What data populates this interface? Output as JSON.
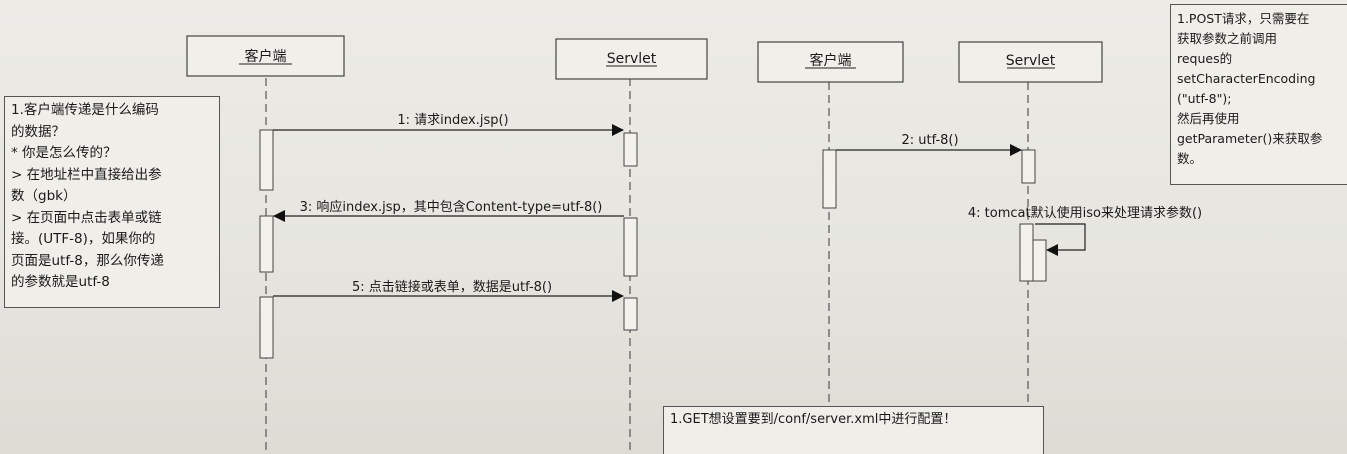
{
  "participants": [
    {
      "id": "client1",
      "label": "客户端"
    },
    {
      "id": "servlet1",
      "label": "Servlet"
    },
    {
      "id": "client2",
      "label": "客户端"
    },
    {
      "id": "servlet2",
      "label": "Servlet"
    }
  ],
  "messages": [
    {
      "id": "m1",
      "label": "1: 请求index.jsp()"
    },
    {
      "id": "m2",
      "label": "2: utf-8()"
    },
    {
      "id": "m3",
      "label": "3: 响应index.jsp，其中包含Content-type=utf-8()"
    },
    {
      "id": "m4",
      "label": "4: tomcat默认使用iso来处理请求参数()"
    },
    {
      "id": "m5",
      "label": "5: 点击链接或表单，数据是utf-8()"
    }
  ],
  "notes": {
    "left": {
      "lines": [
        "1.客户端传递是什么编码",
        "的数据？",
        "* 你是怎么传的？",
        "> 在地址栏中直接给出参",
        "数（gbk）",
        "> 在页面中点击表单或链",
        "接。(UTF-8)，如果你的",
        "页面是utf-8，那么你传递",
        "的参数就是utf-8"
      ]
    },
    "right": {
      "lines": [
        "1.POST请求，只需要在",
        "获取参数之前调用",
        "reques的",
        "setCharacterEncoding",
        "(\"utf-8\");",
        "然后再使用",
        "getParameter()来获取参",
        "数。"
      ]
    },
    "bottom": {
      "lines": [
        "1.GET想设置要到/conf/server.xml中进行配置！"
      ]
    }
  }
}
